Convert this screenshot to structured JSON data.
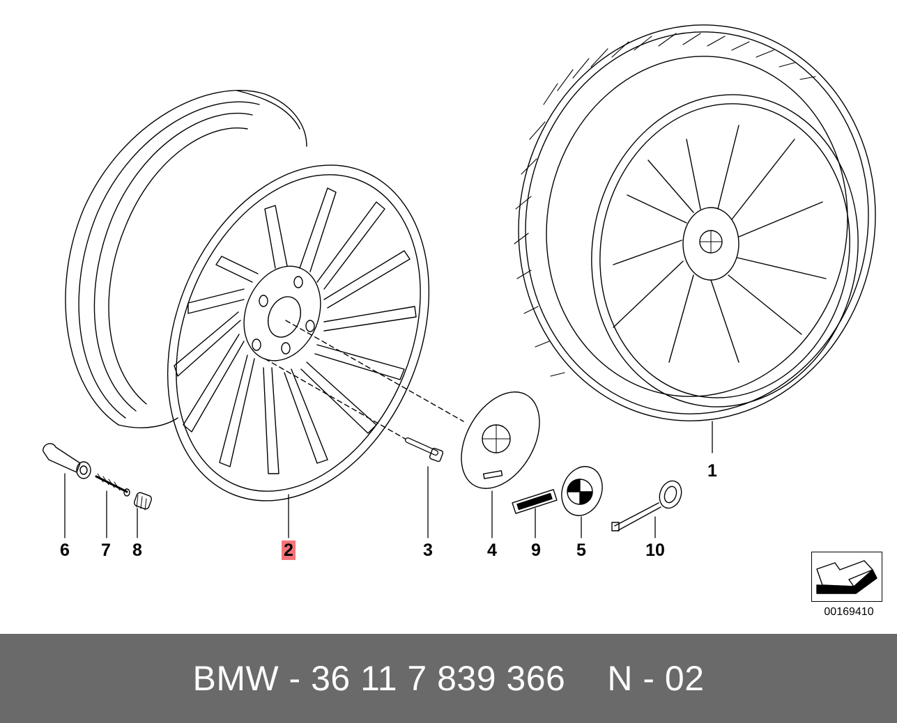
{
  "callouts": {
    "c1": "1",
    "c2": "2",
    "c3": "3",
    "c4": "4",
    "c5": "5",
    "c6": "6",
    "c7": "7",
    "c8": "8",
    "c9": "9",
    "c10": "10"
  },
  "highlight_color": "#f5747a",
  "reference_code": "00169410",
  "footer": {
    "part_number": "BMW - 36 11 7 839 366",
    "position": "N - 02",
    "background": "#6a6a6a"
  }
}
